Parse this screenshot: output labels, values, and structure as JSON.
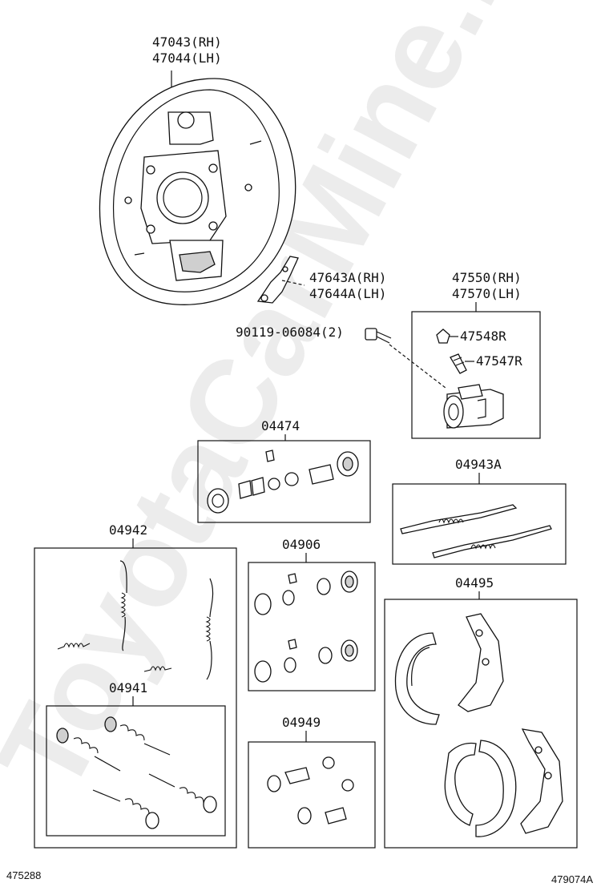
{
  "watermark": "ToyotaCarMine.ru",
  "footer": {
    "left_code": "475288",
    "right_code": "479074A"
  },
  "parts": {
    "backing_plate": {
      "rh": "47043(RH)",
      "lh": "47044(LH)"
    },
    "lever": {
      "rh": "47643A(RH)",
      "lh": "47644A(LH)"
    },
    "bolt": "90119-06084(2)",
    "wheel_cylinder": {
      "rh": "47550(RH)",
      "lh": "47570(LH)"
    },
    "cap": "47548R",
    "bleeder_plug": "47547R",
    "cylinder_kit": "04474",
    "adjuster_kit": "04943A",
    "spring_kit": "04942",
    "repair_kit": "04906",
    "shoe_set": "04495",
    "hold_down_kit": "04941",
    "boot_kit": "04949"
  }
}
